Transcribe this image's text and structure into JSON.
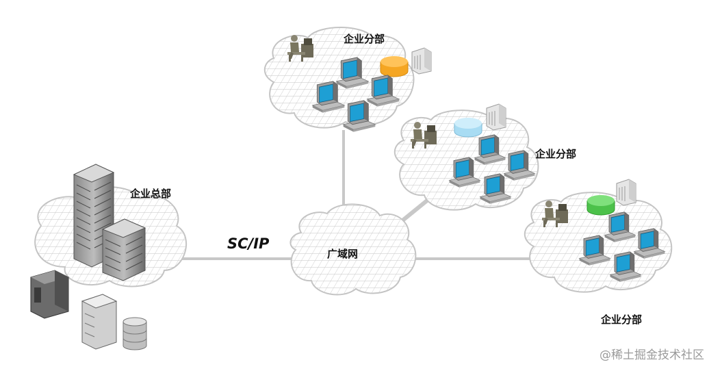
{
  "labels": {
    "headquarters": "企业总部",
    "branch_top": "企业分部",
    "branch_middle": "企业分部",
    "branch_bottom": "企业分部",
    "wan": "广域网",
    "protocol": "SC/IP"
  },
  "watermark": "@稀土掘金技术社区",
  "colors": {
    "branch_top_db": "#f5a623",
    "branch_middle_db": "#a8dcf3",
    "branch_bottom_db": "#4cc14a",
    "monitor_screen": "#1e9fd4",
    "link_line": "#c8c8c8"
  },
  "icons": [
    "cloud-icon",
    "building-icon",
    "server-rack-icon",
    "database-icon",
    "computer-icon",
    "user-at-desk-icon",
    "file-server-icon"
  ]
}
